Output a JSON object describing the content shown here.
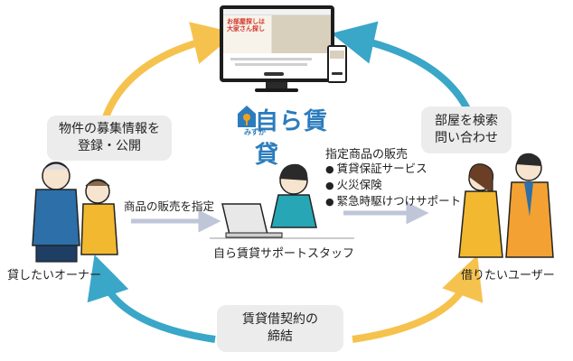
{
  "logo": {
    "main_text": "自ら賃貸",
    "sub_text": "みずか"
  },
  "monitor_screen": {
    "hero_text_line1": "お部屋探しは",
    "hero_text_line2": "大家さん探し"
  },
  "bubbles": {
    "owner_register": {
      "line1": "物件の募集情報を",
      "line2": "登録・公開"
    },
    "user_search": {
      "line1": "部屋を検索",
      "line2": "問い合わせ"
    },
    "contract": {
      "line1": "賃貸借契約の",
      "line2": "締結"
    }
  },
  "labels": {
    "owner": "貸したいオーナー",
    "user": "借りたいユーザー",
    "staff": "自ら賃貸サポートスタッフ",
    "designate": "商品の販売を指定"
  },
  "sales": {
    "title": "指定商品の販売",
    "items": [
      "賃貸保証サービス",
      "火災保険",
      "緊急時駆けつけサポート"
    ]
  },
  "colors": {
    "cycle_yellow": "#f6c24e",
    "cycle_blue": "#3aa6c8",
    "flow_arrow": "#bfc6d8",
    "bubble_bg": "#ececec",
    "logo_blue": "#2b7cbd",
    "logo_orange": "#f0a020"
  }
}
